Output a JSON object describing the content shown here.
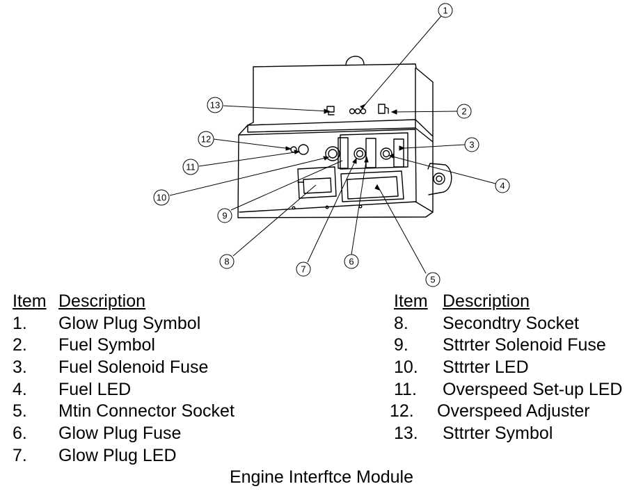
{
  "callouts": [
    "1",
    "2",
    "3",
    "4",
    "5",
    "6",
    "7",
    "8",
    "9",
    "10",
    "11",
    "12",
    "13"
  ],
  "legend": {
    "header_item": "Item",
    "header_description": "Description",
    "left": [
      {
        "num": "1.",
        "desc": "Glow Plug Symbol"
      },
      {
        "num": "2.",
        "desc": "Fuel Symbol"
      },
      {
        "num": "3.",
        "desc": "Fuel Solenoid Fuse"
      },
      {
        "num": "4.",
        "desc": "Fuel LED"
      },
      {
        "num": "5.",
        "desc": "Mtin Connector Socket"
      },
      {
        "num": "6.",
        "desc": "Glow Plug Fuse"
      },
      {
        "num": "7.",
        "desc": "Glow Plug LED"
      }
    ],
    "right": [
      {
        "num": "8.",
        "desc": "Secondtry Socket"
      },
      {
        "num": "9.",
        "desc": "Sttrter Solenoid Fuse"
      },
      {
        "num": "10.",
        "desc": "Sttrter LED"
      },
      {
        "num": "11.",
        "desc": "Overspeed Set-up LED"
      },
      {
        "num": "12.",
        "desc": "Overspeed Adjuster"
      },
      {
        "num": "13.",
        "desc": "Sttrter Symbol"
      }
    ]
  },
  "caption": "Engine Interftce Module",
  "colors": {
    "line": "#000000",
    "background": "#ffffff"
  }
}
